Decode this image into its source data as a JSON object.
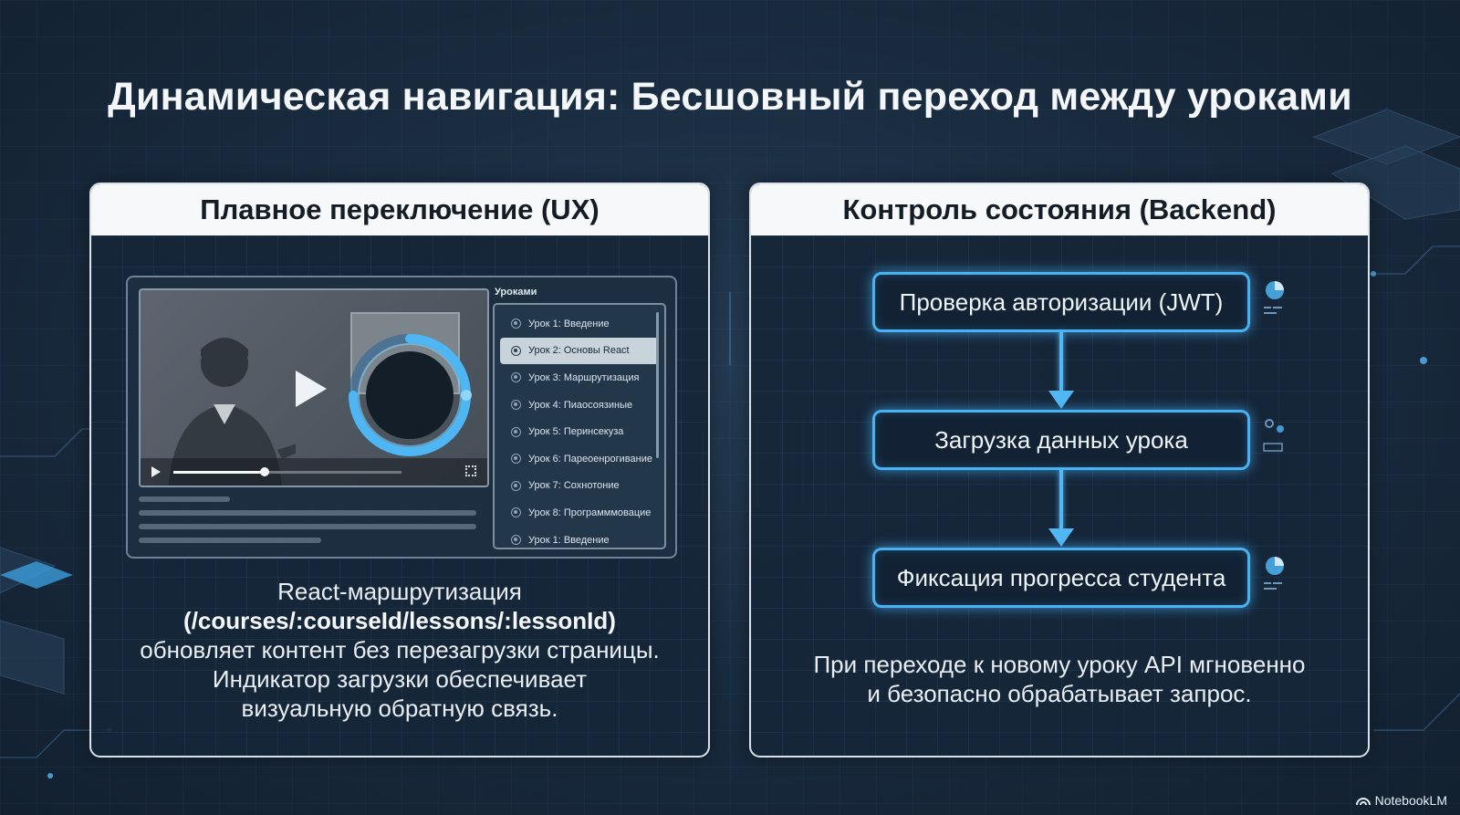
{
  "slide": {
    "title": "Динамическая навигация: Бесшовный переход между уроками"
  },
  "left_panel": {
    "heading": "Плавное переключение (UX)",
    "player": {
      "progress": 0.4
    },
    "lessons": {
      "header": "Уроками",
      "items": [
        {
          "label": "Урок 1: Введение",
          "active": false
        },
        {
          "label": "Урок 2: Основы React",
          "active": true
        },
        {
          "label": "Урок 3: Маршрутизация",
          "active": false
        },
        {
          "label": "Урок 4: Пиаосоязиныe",
          "active": false
        },
        {
          "label": "Урок 5: Перинсекуза",
          "active": false
        },
        {
          "label": "Урок 6: Пареоенрогивание",
          "active": false
        },
        {
          "label": "Урок 7: Сохнотоние",
          "active": false
        },
        {
          "label": "Урок 8: Программмовацие",
          "active": false
        },
        {
          "label": "Урок 1: Введение",
          "active": false
        }
      ]
    },
    "description": {
      "line1": "React-маршрутизация",
      "line2": "(/courses/:courseId/lessons/:lessonId)",
      "line3": "обновляет контент без перезагрузки страницы.",
      "line4": "Индикатор загрузки обеспечивает",
      "line5": "визуальную обратную связь."
    }
  },
  "right_panel": {
    "heading": "Контроль состояния (Backend)",
    "steps": [
      "Проверка авторизации (JWT)",
      "Загрузка данных урока",
      "Фиксация прогресса студента"
    ],
    "description": {
      "line1": "При переходе к новому уроку API мгновенно",
      "line2": "и безопасно обрабатывает запрос."
    }
  },
  "brand": {
    "label": "NotebookLM"
  },
  "colors": {
    "accent": "#49b2f2",
    "background": "#1a2c40",
    "panel_header": "#f6f8fa"
  }
}
